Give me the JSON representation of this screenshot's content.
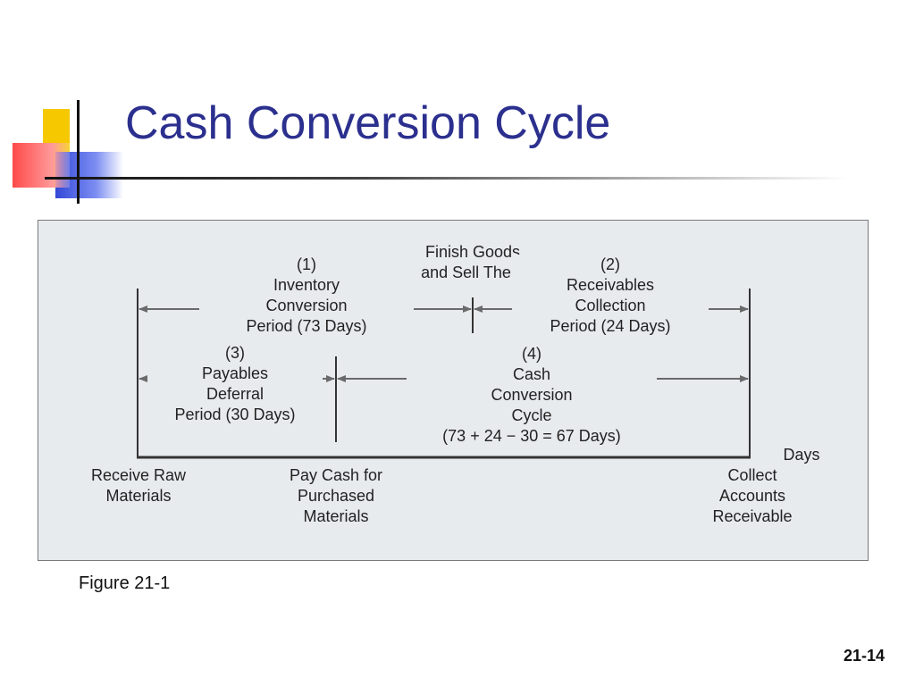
{
  "slide": {
    "title": "Cash Conversion Cycle",
    "caption": "Figure 21-1",
    "number": "21-14"
  },
  "diagram": {
    "segments": [
      {
        "label": "(1)\nInventory\nConversion\nPeriod (73 Days)",
        "days": 73
      },
      {
        "label": "(2)\nReceivables\nCollection\nPeriod (24 Days)",
        "days": 24
      },
      {
        "label": "(3)\nPayables\nDeferral\nPeriod (30 Days)",
        "days": 30
      },
      {
        "label": "(4)\nCash\nConversion\nCycle\n(73 + 24 − 30 = 67 Days)",
        "days": 67
      }
    ],
    "events": {
      "finish_goods": "Finish Goods\nand Sell Them",
      "receive_raw": "Receive Raw\nMaterials",
      "pay_cash": "Pay Cash for\nPurchased\nMaterials",
      "collect": "Collect\nAccounts\nReceivable"
    },
    "axis_label": "Days",
    "colors": {
      "arrow": "#6a6a6a",
      "line": "#333333",
      "title": "#2b2f8e",
      "panel": "#e8ebee"
    }
  }
}
